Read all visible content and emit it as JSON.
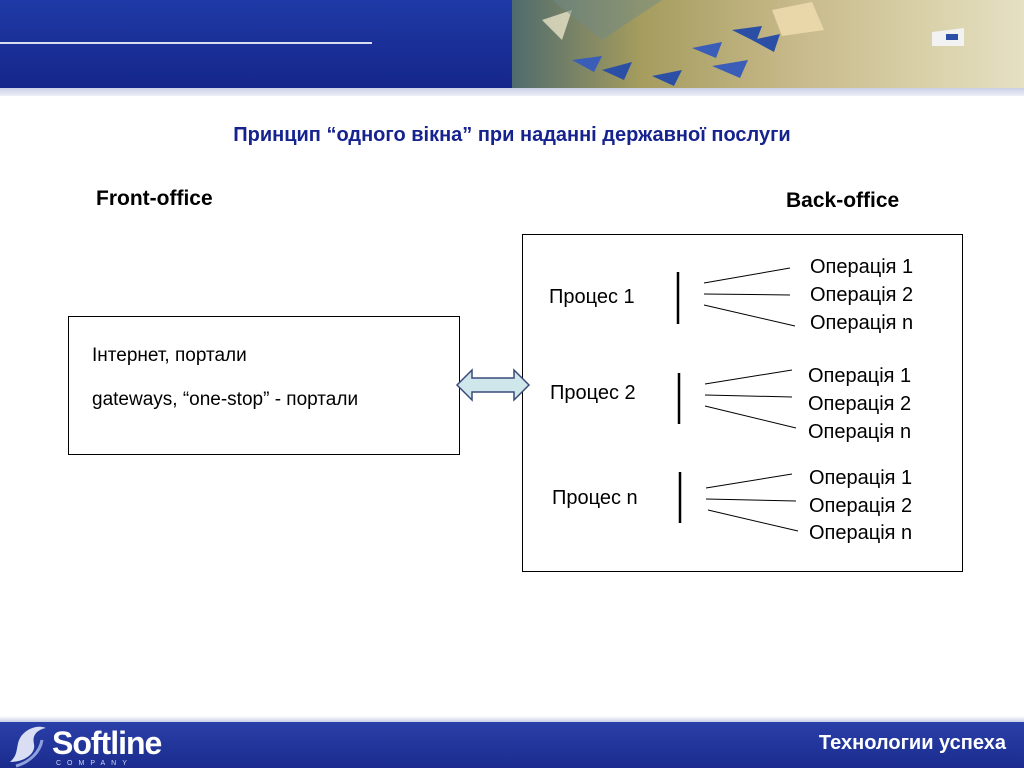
{
  "slide": {
    "title": "Принцип “одного вікна” при наданні державної послуги",
    "front_office_label": "Front-office",
    "back_office_label": "Back-office",
    "front_box": {
      "lines": [
        "Інтернет, портали",
        "gateways, “one-stop” - портали"
      ]
    },
    "processes": [
      {
        "name": "Процес 1",
        "operations": [
          "Операція 1",
          "Операція 2",
          "Операція n"
        ]
      },
      {
        "name": "Процес 2",
        "operations": [
          "Операція 1",
          "Операція 2",
          "Операція n"
        ]
      },
      {
        "name": "Процес n",
        "operations": [
          "Операція 1",
          "Операція 2",
          "Операція n"
        ]
      }
    ]
  },
  "footer": {
    "logo_text": "Softline",
    "logo_subtext": "COMPANY",
    "slogan": "Технологии успеха"
  },
  "colors": {
    "title": "#16238f",
    "header_blue": "#1f3aa6",
    "footer_blue": "#1b2c8e",
    "arrow_fill": "#cfe6ea"
  }
}
